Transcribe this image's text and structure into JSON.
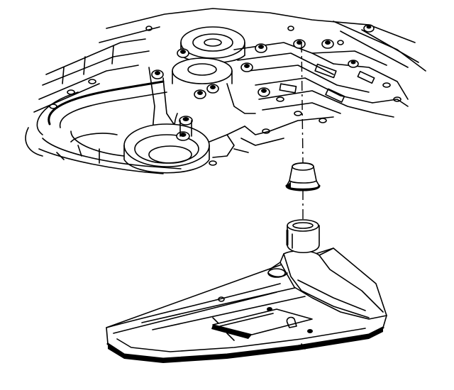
{
  "diagram": {
    "colors": {
      "line": "#000000",
      "fill": "#ffffff",
      "shadow": "#000000"
    },
    "parts": [
      "transmission-case",
      "filter-seal",
      "transmission-fluid-filter"
    ]
  }
}
